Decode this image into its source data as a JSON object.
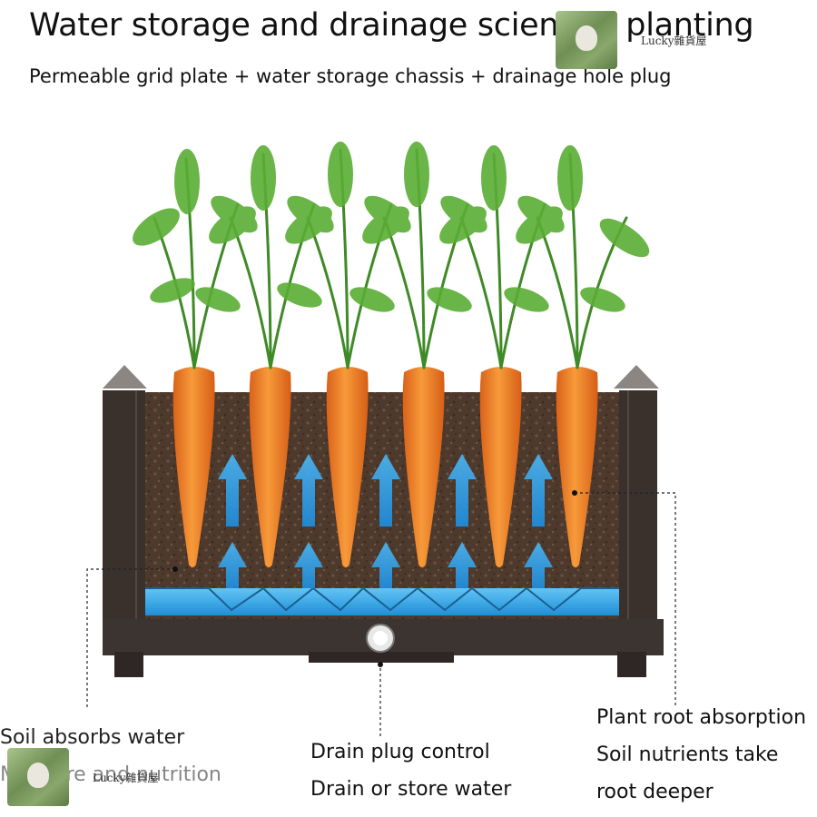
{
  "heading": {
    "title": "Water storage and drainage scientific planting",
    "subtitle": "Permeable grid plate + water storage chassis + drainage hole plug"
  },
  "callouts": {
    "left": {
      "line1": "Soil absorbs water",
      "line2": "Moisture and nutrition"
    },
    "center": {
      "line1": "Drain plug control",
      "line2": "Drain or store water"
    },
    "right": {
      "line1": "Plant root absorption",
      "line2": "Soil nutrients take",
      "line3": "root deeper"
    }
  },
  "watermark": {
    "text": "Lucky雜貨屋"
  },
  "colors": {
    "planter": "#3a302c",
    "soil": "#4e3a2c",
    "carrot": "#ee7b1f",
    "foliage": "#4b9a2d",
    "water": "#35a6e8"
  }
}
